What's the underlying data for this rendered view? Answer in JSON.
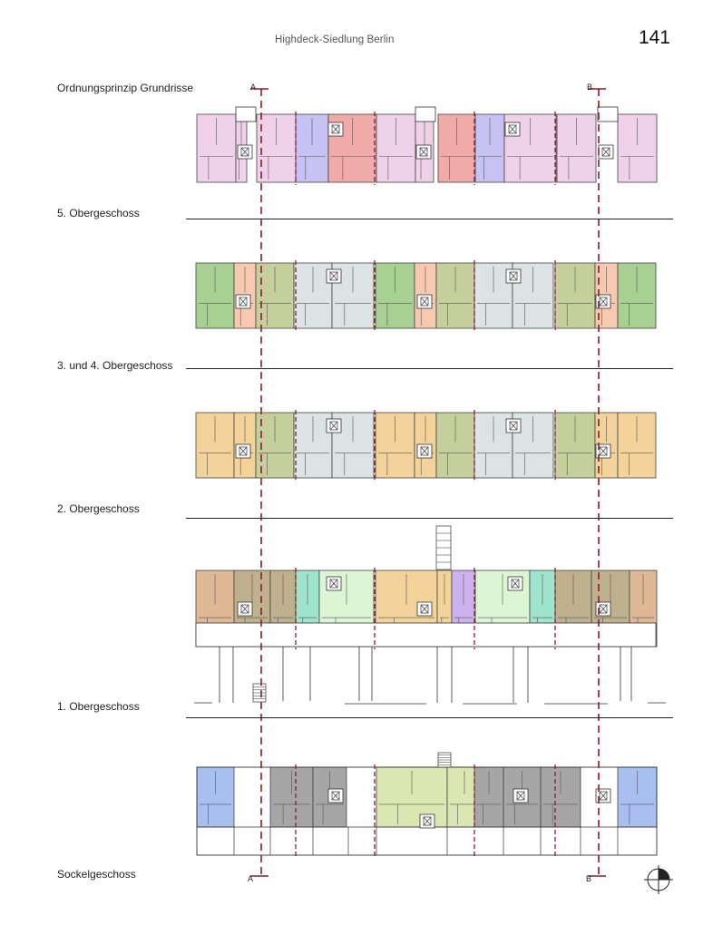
{
  "header": {
    "title": "Highdeck-Siedlung     Berlin",
    "page_number": "141"
  },
  "section_title": "Ordnungsprinzip Grundrisse",
  "floors": [
    {
      "key": "f5",
      "label": "5. Obergeschoss"
    },
    {
      "key": "f34",
      "label": "3. und 4. Obergeschoss"
    },
    {
      "key": "f2",
      "label": "2. Obergeschoss"
    },
    {
      "key": "f1",
      "label": "1. Obergeschoss"
    },
    {
      "key": "sg",
      "label": "Sockelgeschoss"
    }
  ],
  "section_markers": {
    "a": "A",
    "b": "B"
  },
  "colors": {
    "section_line": "#8a1c2c",
    "pink": "#efd2ea",
    "violet": "#c7c2f1",
    "salmon": "#f0aaa8",
    "green": "#a7d092",
    "olive": "#c4cf9c",
    "peach": "#f7c9b0",
    "lightgrey": "#dce3e4",
    "tan": "#f3d39a",
    "brown": "#dfb896",
    "darkolive": "#bfb18d",
    "mint": "#9fe4cc",
    "palegreen": "#dcf6d4",
    "lilac": "#cdb2f0",
    "blue": "#a8bff0",
    "grey": "#a6a6a6",
    "lime": "#dbe7b0"
  },
  "plan_fills": {
    "f5": [
      "pink",
      "pink",
      "pink",
      "violet",
      "salmon",
      "pink",
      "pink",
      "salmon",
      "violet",
      "pink",
      "pink",
      "pink"
    ],
    "f34": [
      "green",
      "peach",
      "olive",
      "lightgrey",
      "lightgrey",
      "green",
      "peach",
      "olive",
      "lightgrey",
      "lightgrey",
      "olive",
      "peach",
      "green"
    ],
    "f2": [
      "tan",
      "tan",
      "olive",
      "lightgrey",
      "lightgrey",
      "tan",
      "tan",
      "olive",
      "lightgrey",
      "lightgrey",
      "olive",
      "tan",
      "tan"
    ],
    "f1": [
      "brown",
      "darkolive",
      "darkolive",
      "mint",
      "palegreen",
      "tan",
      "tan",
      "lilac",
      "palegreen",
      "mint",
      "darkolive",
      "darkolive",
      "brown"
    ],
    "sg": [
      "blue",
      "grey",
      "grey",
      "lime",
      "lime",
      "grey",
      "grey",
      "grey",
      "blue"
    ]
  },
  "icons": {
    "north_arrow": "compass-north-icon"
  }
}
